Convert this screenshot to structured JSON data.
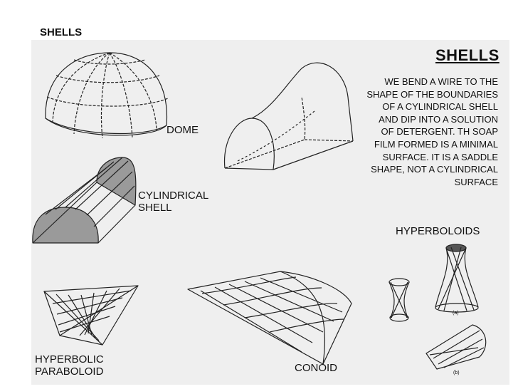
{
  "slide_title": "SHELLS",
  "panel": {
    "title": "SHELLS",
    "note": "WE BEND A WIRE TO THE\nSHAPE OF THE BOUNDARIES\nOF A CYLINDRICAL SHELL\nAND DIP INTO A SOLUTION\nOF DETERGENT. TH SOAP\nFILM FORMED IS A MINIMAL\nSURFACE. IT IS A SADDLE\nSHAPE, NOT A CYLINDRICAL\nSURFACE",
    "labels": {
      "dome": "DOME",
      "cylindrical_shell": "CYLINDRICAL\nSHELL",
      "hyperboloids": "HYPERBOLOIDS",
      "hyperbolic_paraboloid": "HYPERBOLIC\nPARABOLOID",
      "conoid": "CONOID",
      "sub_a": "(a)",
      "sub_b": "(b)"
    }
  }
}
